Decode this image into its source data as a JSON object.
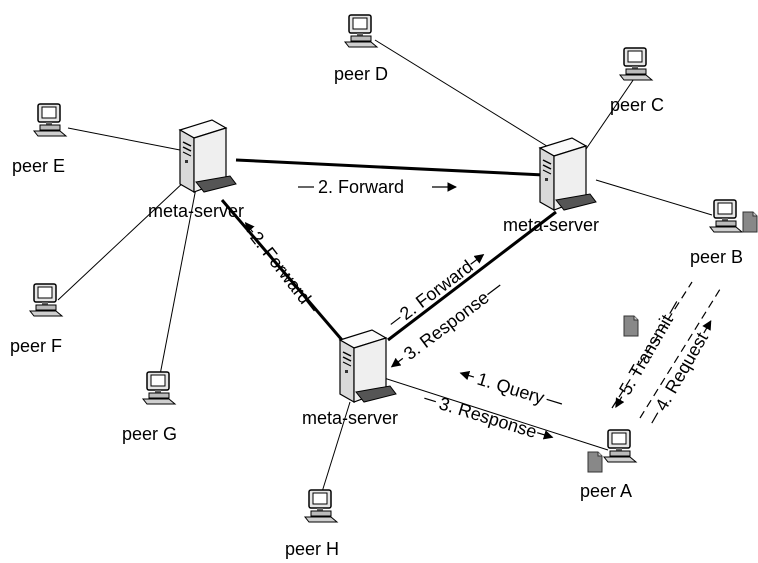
{
  "nodes": {
    "peer_a": "peer A",
    "peer_b": "peer B",
    "peer_c": "peer C",
    "peer_d": "peer D",
    "peer_e": "peer E",
    "peer_f": "peer F",
    "peer_g": "peer G",
    "peer_h": "peer H",
    "server_left": "meta-server",
    "server_right": "meta-server",
    "server_bottom": "meta-server"
  },
  "messages": {
    "forward_top": "2. Forward",
    "forward_left": "2. Forward",
    "forward_diag": "2. Forward",
    "response_diag": "3. Response",
    "query": "1. Query",
    "response_bottom": "3. Response",
    "transmit": "5. Transmit",
    "request": "4. Request"
  },
  "icons": {
    "peer": "computer-icon",
    "server": "server-tower-icon",
    "file": "document-icon"
  },
  "colors": {
    "line": "#000000",
    "server_body": "#f0f0f0",
    "peer_screen": "#d8d8d8"
  }
}
